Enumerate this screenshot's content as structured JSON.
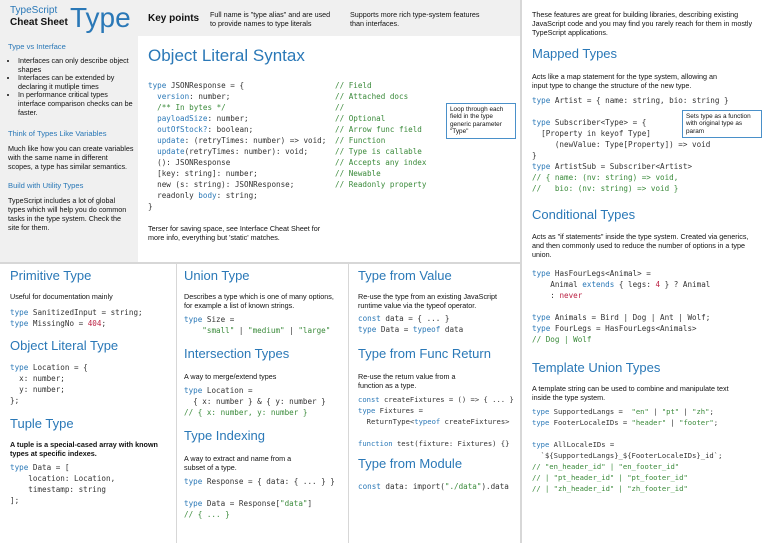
{
  "header": {
    "logo_line1": "TypeScript",
    "logo_line2": "Cheat Sheet",
    "title": "Type",
    "keypoints": "Key points",
    "kp1": "Full name is \"type alias\" and are used to provide names to type literals",
    "kp2": "Supports more rich type-system features than interfaces."
  },
  "sidebar": {
    "h1": "Type vs Interface",
    "bullets": [
      "Interfaces can only describe object shapes",
      "Interfaces can be extended by declaring it mutliple times",
      "In performance critical types interface comparison checks can be faster."
    ],
    "h2": "Think of Types Like Variables",
    "p2": "Much like how you can create variables with the same name in different scopes, a type has similar semantics.",
    "h3": "Build with Utility Types",
    "p3": "TypeScript includes a lot of global types which will help you do common tasks in the type system. Check the site for them."
  },
  "ols": {
    "title": "Object Literal Syntax",
    "footnote": "Terser for saving space, see Interface Cheat Sheet for more info, everything but 'static' matches.",
    "callout": "Loop through each field in the type generic parameter \"Type\""
  },
  "primitive": {
    "title": "Primitive Type",
    "desc": "Useful for documentation mainly"
  },
  "objlit": {
    "title": "Object Literal Type"
  },
  "tuple": {
    "title": "Tuple Type",
    "desc": "A tuple is a special-cased array with known types at specific indexes."
  },
  "union": {
    "title": "Union Type",
    "desc": "Describes a type which is one of many options, for example a list of known strings."
  },
  "intersection": {
    "title": "Intersection Types",
    "desc": "A way to merge/extend types"
  },
  "indexing": {
    "title": "Type Indexing",
    "desc": "A way to extract and name from a subset of a type."
  },
  "fromvalue": {
    "title": "Type from Value",
    "desc": "Re-use the type from an existing JavaScript runtime value via the typeof operator."
  },
  "fromfunc": {
    "title": "Type from Func Return",
    "desc": "Re-use the return value from a function as a type."
  },
  "frommodule": {
    "title": "Type from Module"
  },
  "right": {
    "intro": "These features are great for building libraries, describing existing JavaScript code and you may find you rarely reach for them in mostly TypeScript applications.",
    "mapped_title": "Mapped Types",
    "mapped_desc": "Acts like a map statement for the type system, allowing an input type to change the structure of the new type.",
    "mapped_callout": "Sets type as a function with original type as param",
    "cond_title": "Conditional Types",
    "cond_desc": "Acts as \"if statements\" inside the type system. Created via generics, and then commonly used to reduce the number of options in a type union.",
    "tmpl_title": "Template Union Types",
    "tmpl_desc": "A template string can be used to combine and manipulate text inside the type system."
  }
}
